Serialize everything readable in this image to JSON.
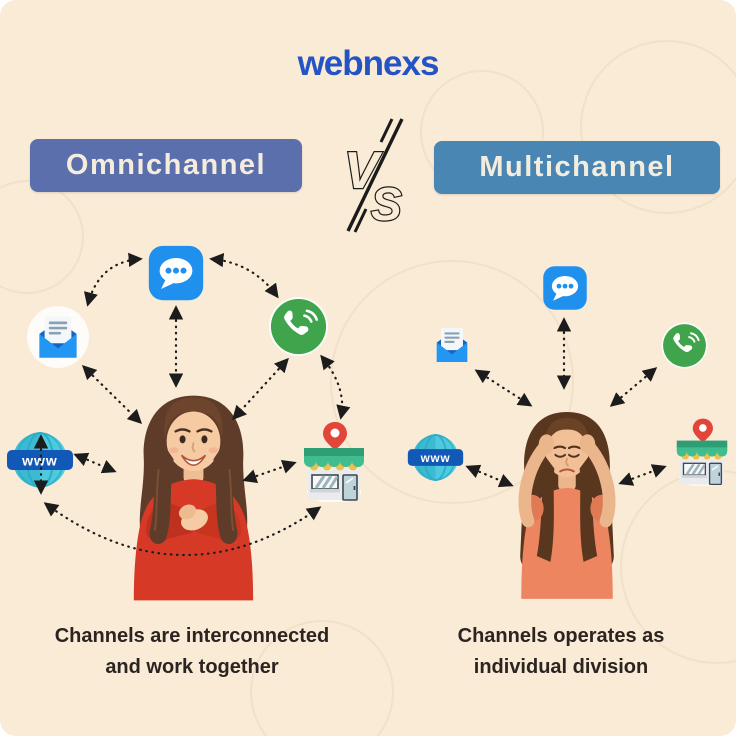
{
  "brand": {
    "logo_text": "webnexs",
    "logo_color": "#2453c6"
  },
  "versus": {
    "v": "V",
    "s": "S"
  },
  "left_panel": {
    "title": "Omnichannel",
    "title_bg": "#5b6fad",
    "caption_line1": "Channels are interconnected",
    "caption_line2": "and work together",
    "figure": "happy woman in red sweater, channels linked in a circle"
  },
  "right_panel": {
    "title": "Multichannel",
    "title_bg": "#4a86b4",
    "caption_line1": "Channels operates as",
    "caption_line2": "individual division",
    "figure": "stressed woman holding her head, channels separate"
  },
  "globe_label": "www",
  "channel_icons": [
    {
      "name": "chat-icon",
      "color": "#2090ef"
    },
    {
      "name": "email-icon",
      "color": "#2196f3"
    },
    {
      "name": "phone-icon",
      "color": "#3fa44b"
    },
    {
      "name": "website-globe-icon",
      "color": "#4ec9de"
    },
    {
      "name": "store-icon",
      "color": "#3fbd8e"
    }
  ],
  "style": {
    "background": "#f9ebd6",
    "arrow_color": "#1c1c1c",
    "text_color": "#2b2420"
  }
}
